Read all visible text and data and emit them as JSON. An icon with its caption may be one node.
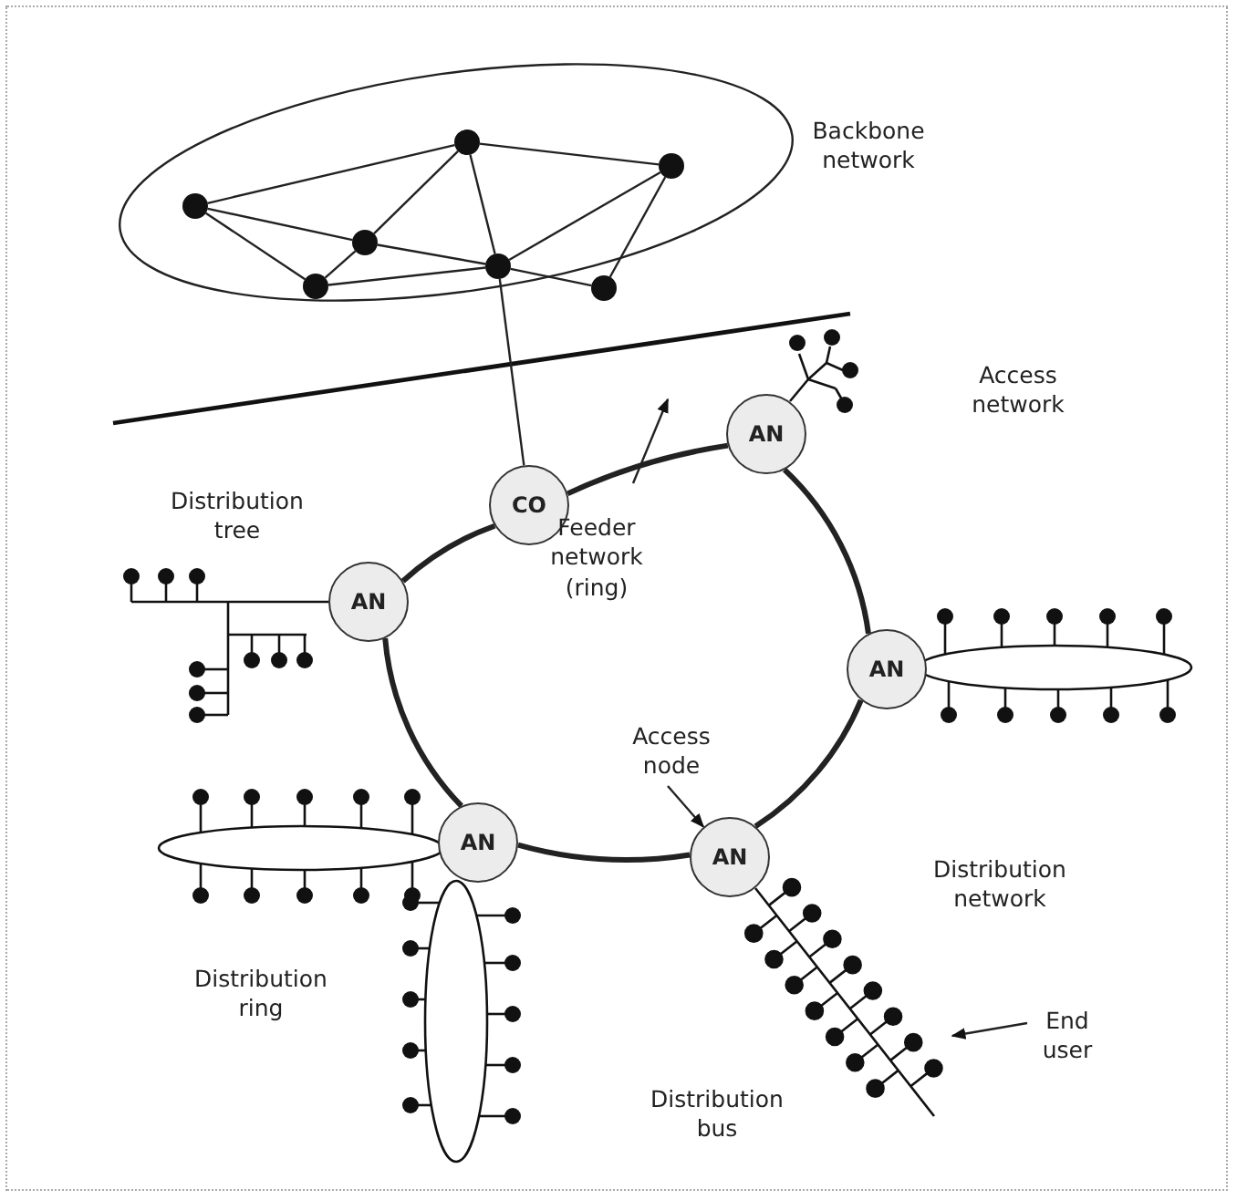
{
  "diagram": {
    "nodes": [
      {
        "text": [
          "Backbone network"
        ]
      },
      {
        "text": [],
        "shape": "circle",
        "in": 0
      },
      {
        "text": [],
        "shape": "circle",
        "in": 0
      },
      {
        "text": [],
        "shape": "circle",
        "in": 0
      },
      {
        "text": [],
        "shape": "circle",
        "in": 0
      },
      {
        "text": [],
        "shape": "circle",
        "in": 0
      },
      {
        "text": [],
        "shape": "circle",
        "in": 0
      },
      {
        "text": [],
        "shape": "circle",
        "in": 0
      },
      {
        "text": [
          "CO"
        ]
      },
      {
        "text": [
          "AN"
        ]
      },
      {
        "text": [
          "Feeder network (ring)"
        ]
      },
      {
        "text": [
          "AN"
        ]
      },
      {
        "text": [
          "AN"
        ]
      },
      {
        "text": [
          "Access node"
        ]
      },
      {
        "text": [
          "AN"
        ]
      },
      {
        "text": [
          "AN"
        ]
      },
      {
        "text": [
          "End user"
        ]
      }
    ],
    "edges": [
      {
        "from": 3,
        "to": 1,
        "arrow": "none"
      },
      {
        "from": 3,
        "to": 4,
        "arrow": "none"
      },
      {
        "from": 3,
        "to": 6,
        "arrow": "none"
      },
      {
        "from": 1,
        "to": 2,
        "arrow": "none"
      },
      {
        "from": 1,
        "to": 4,
        "arrow": "none"
      },
      {
        "from": 1,
        "to": 5,
        "arrow": "none"
      },
      {
        "from": 2,
        "to": 5,
        "arrow": "none"
      },
      {
        "from": 2,
        "to": 7,
        "arrow": "none"
      },
      {
        "from": 4,
        "to": 5,
        "arrow": "none"
      },
      {
        "from": 4,
        "to": 6,
        "arrow": "none"
      },
      {
        "from": 6,
        "to": 5,
        "arrow": "none"
      },
      {
        "from": 5,
        "to": 7,
        "arrow": "none"
      },
      {
        "from": 5,
        "to": 8,
        "arrow": "none"
      },
      {
        "from": 8,
        "to": 9,
        "arrow": "none",
        "style": "thick"
      },
      {
        "from": 9,
        "to": 12,
        "arrow": "none",
        "style": "thick"
      },
      {
        "from": 12,
        "to": 15,
        "arrow": "none",
        "style": "thick"
      },
      {
        "from": 15,
        "to": 14,
        "arrow": "none",
        "style": "thick"
      },
      {
        "from": 14,
        "to": 11,
        "arrow": "none",
        "style": "thick"
      },
      {
        "from": 11,
        "to": 8,
        "arrow": "none",
        "style": "thick"
      },
      {
        "from": 10,
        "to": null,
        "arrow": "to"
      },
      {
        "from": 13,
        "to": 15,
        "arrow": "to"
      },
      {
        "from": 16,
        "to": null,
        "arrow": "to"
      }
    ],
    "labels": [
      "Access network",
      "Distribution tree",
      "Distribution network",
      "Distribution ring",
      "Distribution bus"
    ]
  }
}
